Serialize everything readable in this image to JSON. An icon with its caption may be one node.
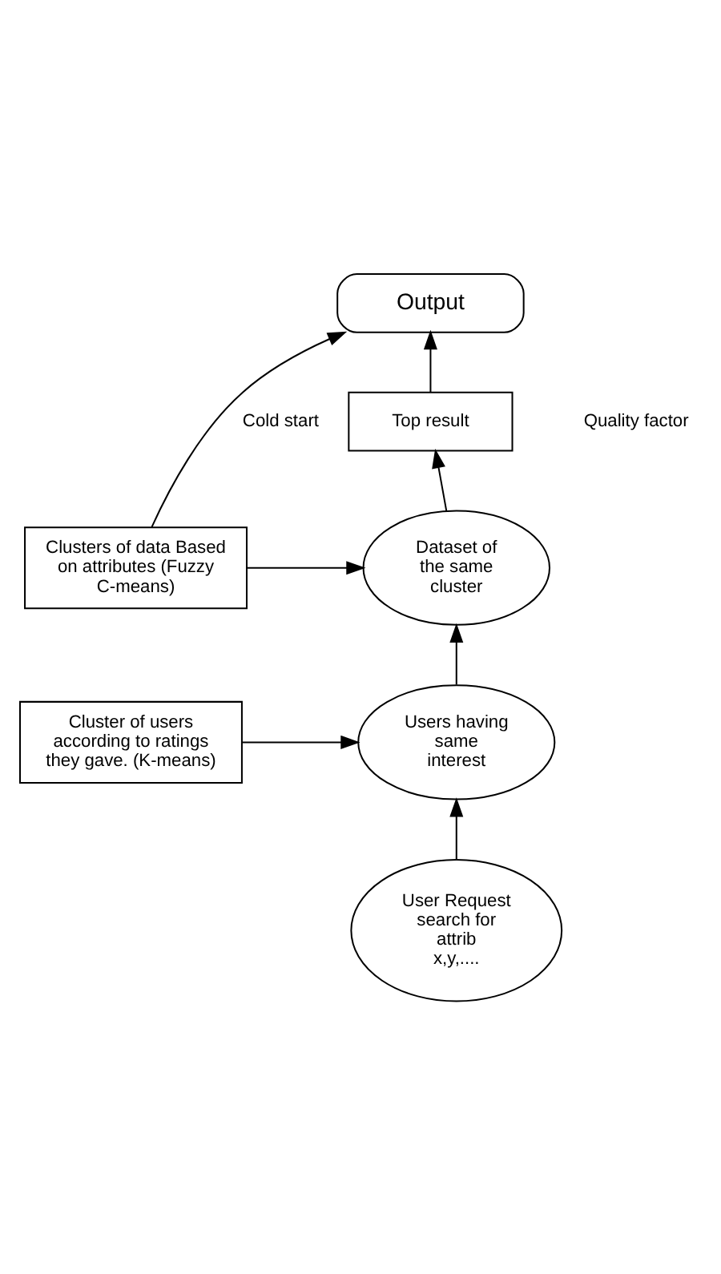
{
  "diagram": {
    "nodes": [
      {
        "text": [
          "Output"
        ]
      },
      {
        "text": [
          "Top result"
        ]
      },
      {
        "text": [
          "Clusters of data Based on attributes (Fuzzy C-means)"
        ]
      },
      {
        "text": [
          "Dataset of the same cluster"
        ]
      },
      {
        "text": [
          "Cluster of users according to ratings they gave. (K-means)"
        ]
      },
      {
        "text": [
          "Users having same interest"
        ]
      },
      {
        "text": [
          "User Request search for attrib x,y,...."
        ]
      }
    ],
    "edges": [
      {
        "from": 6,
        "to": 5,
        "arrow": "to"
      },
      {
        "from": 5,
        "to": 3,
        "arrow": "to"
      },
      {
        "from": 4,
        "to": 5,
        "arrow": "to"
      },
      {
        "from": 2,
        "to": 3,
        "arrow": "to"
      },
      {
        "from": 3,
        "to": 1,
        "arrow": "to"
      },
      {
        "from": 1,
        "to": 0,
        "arrow": "to"
      },
      {
        "from": 2,
        "to": 0,
        "arrow": "to",
        "label": "Cold start"
      }
    ],
    "labels": [
      "Quality factor"
    ]
  }
}
